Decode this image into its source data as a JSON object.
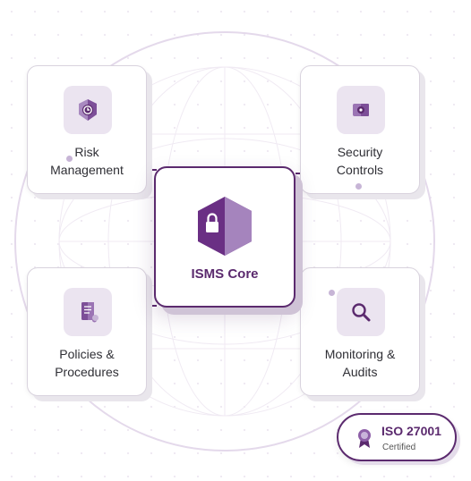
{
  "core": {
    "label": "ISMS Core",
    "icon": "shield-lock-icon"
  },
  "cards": [
    {
      "id": "risk",
      "label": "Risk\nManagement",
      "icon": "clock-shield-icon"
    },
    {
      "id": "security",
      "label": "Security\nControls",
      "icon": "camera-shield-icon"
    },
    {
      "id": "policies",
      "label": "Policies &\nProcedures",
      "icon": "document-icon"
    },
    {
      "id": "monitoring",
      "label": "Monitoring &\nAudits",
      "icon": "magnifier-icon"
    }
  ],
  "badge": {
    "title": "ISO 27001",
    "subtitle": "Certified",
    "icon": "award-ribbon-icon"
  },
  "colors": {
    "primary": "#5b2a6e",
    "accent": "#8e5fa8",
    "tile": "#ebe4f0",
    "line": "#e2d7ea"
  }
}
